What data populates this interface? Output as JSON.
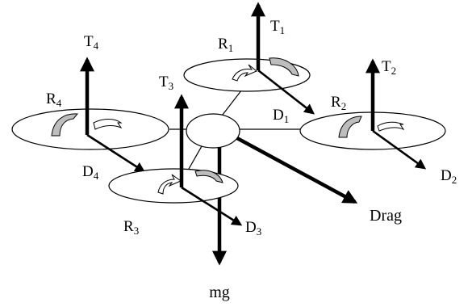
{
  "rotors": [
    {
      "id": "1",
      "thrust_label": "T",
      "thrust_sub": "1",
      "rotation_label": "R",
      "rotation_sub": "1",
      "drag_label": "D",
      "drag_sub": "1"
    },
    {
      "id": "2",
      "thrust_label": "T",
      "thrust_sub": "2",
      "rotation_label": "R",
      "rotation_sub": "2",
      "drag_label": "D",
      "drag_sub": "2"
    },
    {
      "id": "3",
      "thrust_label": "T",
      "thrust_sub": "3",
      "rotation_label": "R",
      "rotation_sub": "3",
      "drag_label": "D",
      "drag_sub": "3"
    },
    {
      "id": "4",
      "thrust_label": "T",
      "thrust_sub": "4",
      "rotation_label": "R",
      "rotation_sub": "4",
      "drag_label": "D",
      "drag_sub": "4"
    }
  ],
  "body": {
    "weight_label": "mg",
    "drag_label": "Drag"
  },
  "colors": {
    "line": "#000000",
    "rotation_arrow_grey": "#bdbdbd",
    "background": "#ffffff"
  }
}
